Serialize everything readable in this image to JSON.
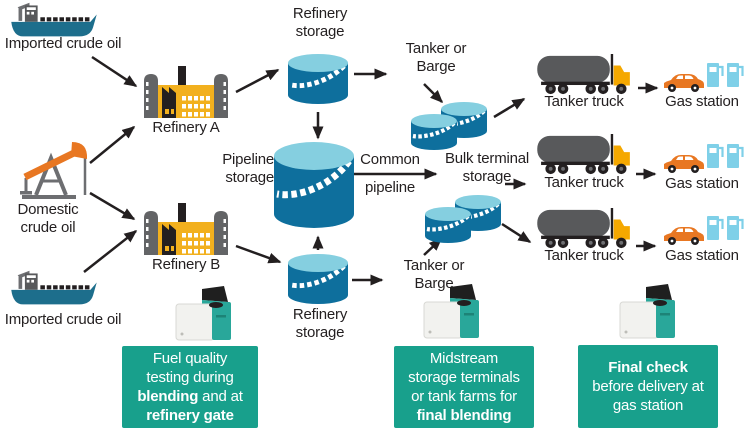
{
  "nodes": {
    "imported_crude_top": "Imported crude oil",
    "refinery_a": "Refinery A",
    "domestic_crude": "Domestic crude oil",
    "refinery_b": "Refinery B",
    "imported_crude_bottom": "Imported crude oil",
    "refinery_storage_top": "Refinery storage",
    "pipeline_storage": "Pipeline storage",
    "refinery_storage_bottom": "Refinery storage",
    "tanker_or_barge_top": "Tanker or Barge",
    "tanker_or_barge_bottom": "Tanker or Barge",
    "common_pipeline_word1": "Common",
    "common_pipeline_word2": "pipeline",
    "bulk_terminal_storage": "Bulk terminal storage",
    "tanker_truck": "Tanker truck",
    "gas_station": "Gas station"
  },
  "callouts": {
    "refinery_testing": {
      "line1": "Fuel quality",
      "line2": "testing during",
      "line3_bold": "blending",
      "line3_rest": " and at",
      "line4_bold": "refinery gate"
    },
    "midstream_testing": {
      "line1": "Midstream",
      "line2": "storage terminals",
      "line3": "or tank farms for",
      "line4_bold": "final blending"
    },
    "final_check": {
      "line1_bold": "Final check",
      "line2": "before delivery at",
      "line3": "gas station"
    }
  },
  "icons": {
    "imported_source": "cargo-ship-icon",
    "domestic_source": "oil-pump-jack-icon",
    "refinery": "refinery-icon",
    "storage_tank": "storage-tank-icon",
    "tank_pair": "storage-tank-pair-icon",
    "truck": "tanker-truck-icon",
    "car": "car-icon",
    "fuel_pumps": "fuel-pump-icon",
    "tester": "fuel-testing-device-icon"
  },
  "colors": {
    "teal_callout": "#18a08c",
    "tank_body": "#0e6f9d",
    "tank_top": "#85cfe0",
    "ship_hull": "#1d6e8c",
    "orange": "#e87722",
    "yellow": "#f2b01e",
    "dark_gray": "#58595b",
    "mid_gray": "#6d6e71",
    "arrow_black": "#231f20",
    "pump_blue": "#7fd0e8",
    "device_teal": "#29a79a",
    "text_light": "#ffffff"
  }
}
